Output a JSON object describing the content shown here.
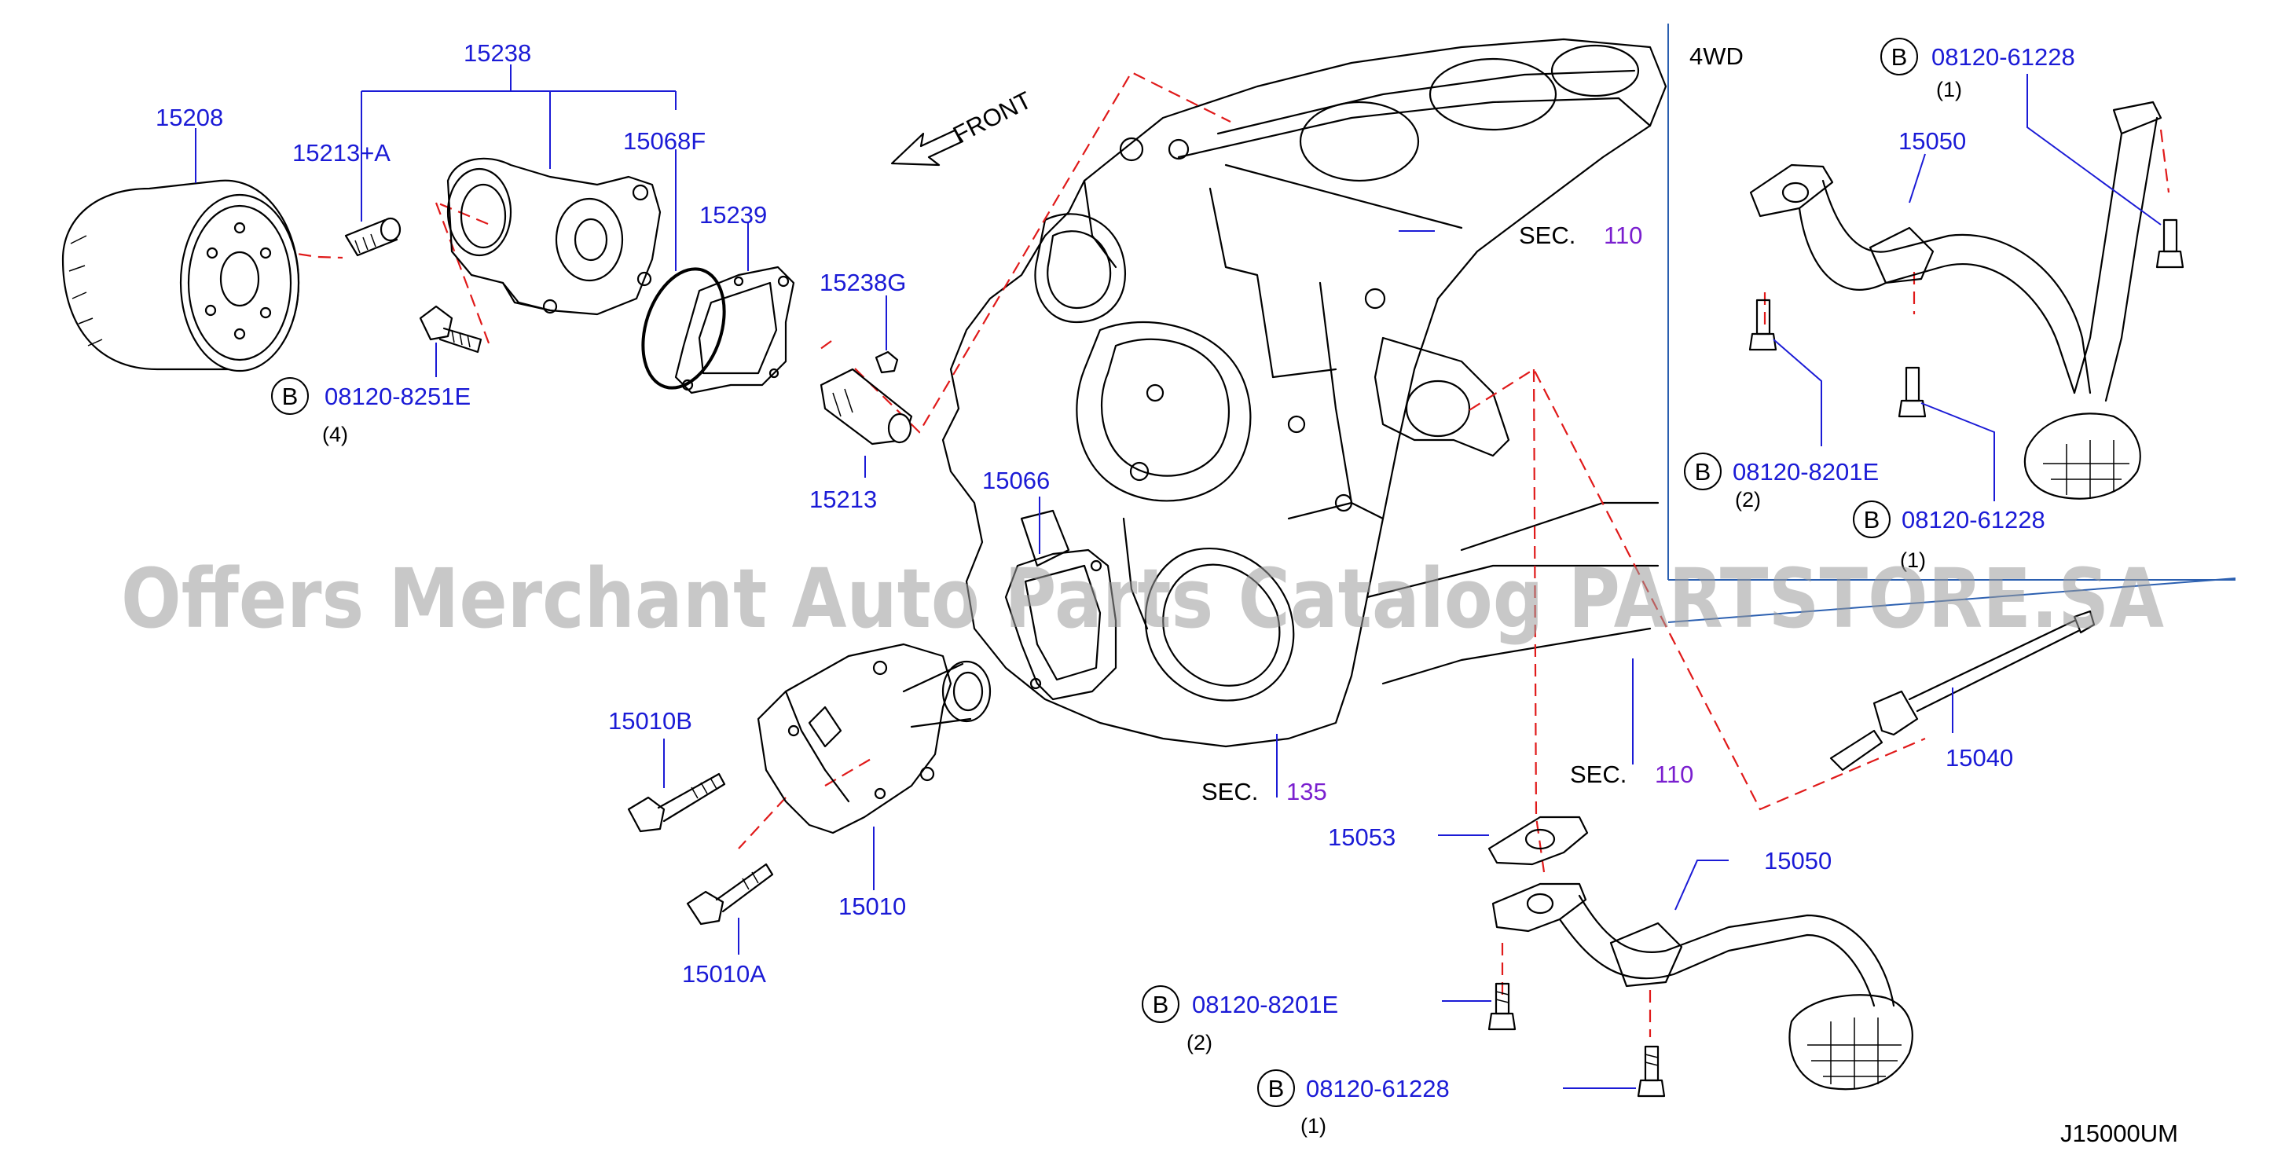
{
  "labels": {
    "p15208": "15208",
    "p15238": "15238",
    "p15213A": "15213+A",
    "p15068F": "15068F",
    "p15239": "15239",
    "p15238G": "15238G",
    "p15213": "15213",
    "b_82851": "08120-8251E",
    "b_82851_qty": "(4)",
    "front": "FRONT",
    "sec110_top_prefix": "SEC.",
    "sec110_top_num": "110",
    "p15066": "15066",
    "p15010B": "15010B",
    "p15010": "15010",
    "p15010A": "15010A",
    "sec135_prefix": "SEC.",
    "sec135_num": "135",
    "sec110_bot_prefix": "SEC.",
    "sec110_bot_num": "110",
    "p15053": "15053",
    "p15050_main": "15050",
    "b_8201_main": "08120-8201E",
    "b_8201_main_qty": "(2)",
    "b_61228_main": "08120-61228",
    "b_61228_main_qty": "(1)",
    "p15040": "15040",
    "inset_title": "4WD",
    "b_61228_inset_top": "08120-61228",
    "b_61228_inset_top_qty": "(1)",
    "p15050_inset": "15050",
    "b_8201_inset": "08120-8201E",
    "b_8201_inset_qty": "(2)",
    "b_61228_inset_bot": "08120-61228",
    "b_61228_inset_bot_qty": "(1)",
    "b_symbol": "B",
    "diagram_code": "J15000UM"
  },
  "watermark": "Offers Merchant Auto Parts Catalog PARTSTORE.SA",
  "colors": {
    "part_number": "#1b1bd6",
    "section_number": "#7a1fcf",
    "dashed_guide": "#e01a1a",
    "separator": "#2b5fb0",
    "watermark": "#9a9a9a"
  }
}
